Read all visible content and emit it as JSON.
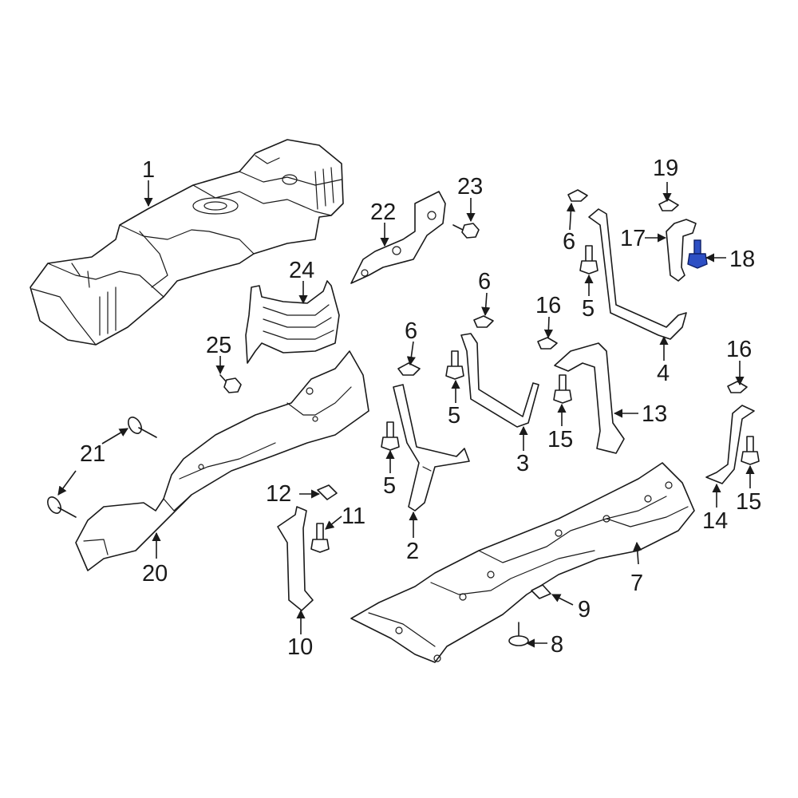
{
  "callouts": {
    "c1": "1",
    "c2": "2",
    "c3": "3",
    "c4": "4",
    "c5a": "5",
    "c5b": "5",
    "c5c": "5",
    "c6a": "6",
    "c6b": "6",
    "c6c": "6",
    "c7": "7",
    "c8": "8",
    "c9": "9",
    "c10": "10",
    "c11": "11",
    "c12": "12",
    "c13": "13",
    "c14": "14",
    "c15a": "15",
    "c15b": "15",
    "c16a": "16",
    "c16b": "16",
    "c17": "17",
    "c18": "18",
    "c19": "19",
    "c20": "20",
    "c21": "21",
    "c22": "22",
    "c23": "23",
    "c24": "24",
    "c25": "25"
  },
  "highlight": {
    "part": "18",
    "color": "#2d4fc4"
  }
}
